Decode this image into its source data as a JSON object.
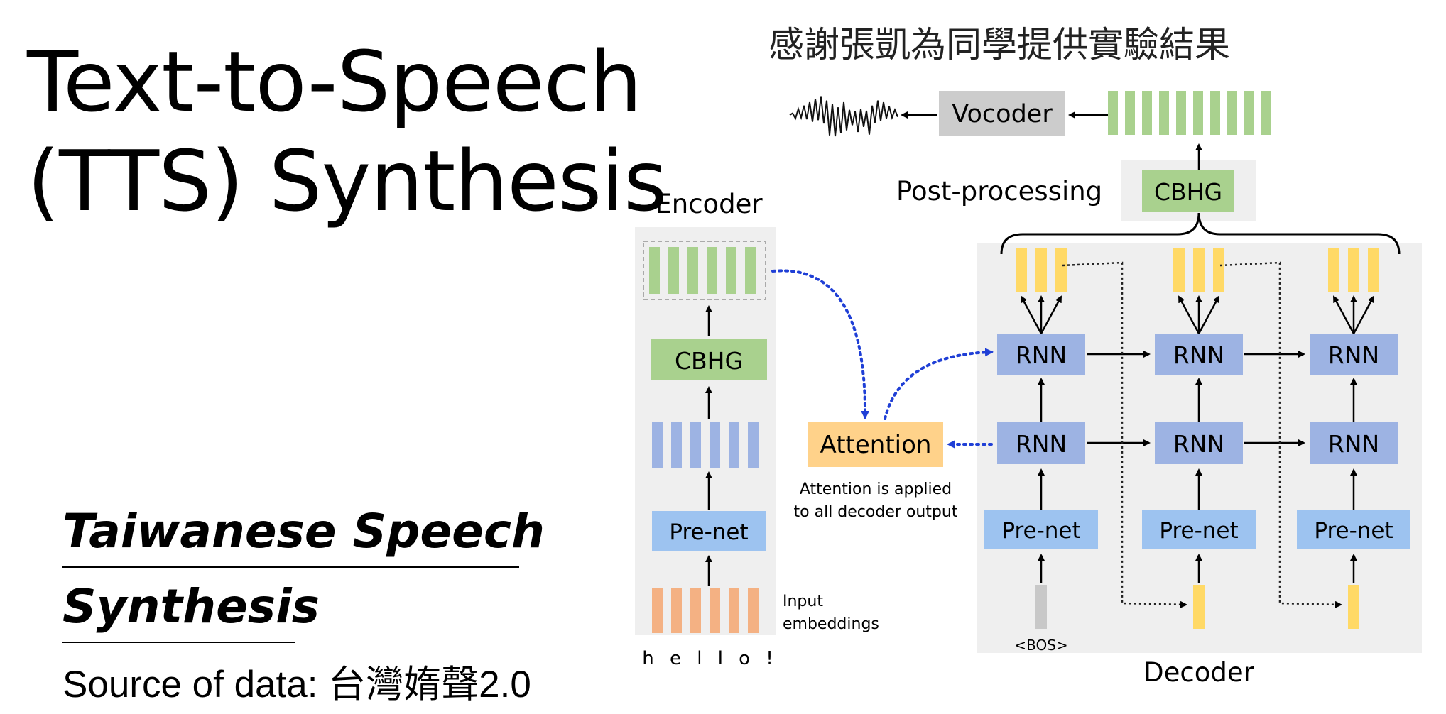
{
  "slide": {
    "title_line1": "Text-to-Speech",
    "title_line2": "(TTS) Synthesis",
    "subtitle_line1": "Taiwanese Speech",
    "subtitle_line2": "Synthesis",
    "source": "Source of data: 台灣媠聲2.0",
    "thanks": "感謝張凱為同學提供實驗結果"
  },
  "diagram": {
    "vocoder": "Vocoder",
    "post_processing": "Post-processing",
    "cbhg": "CBHG",
    "encoder": "Encoder",
    "decoder": "Decoder",
    "attention": "Attention",
    "attention_note_line1": "Attention is applied",
    "attention_note_line2": "to all decoder output",
    "prenet": "Pre-net",
    "rnn": "RNN",
    "input_label_line1": "Input",
    "input_label_line2": "embeddings",
    "input_chars": "h e l l o !",
    "bos": "<BOS>"
  },
  "colors": {
    "green_fill": "#a9d18e",
    "green_stroke": "#70ad47",
    "blue_fill": "#9db3e3",
    "blue_stroke": "#5b7bc8",
    "orange_fill": "#f4b183",
    "yellow_fill": "#ffd966",
    "attention_fill": "#ffd28a",
    "panel_bg": "#efefef",
    "vocoder_fill": "#cccccc",
    "dotted_blue": "#1f3fd6"
  }
}
